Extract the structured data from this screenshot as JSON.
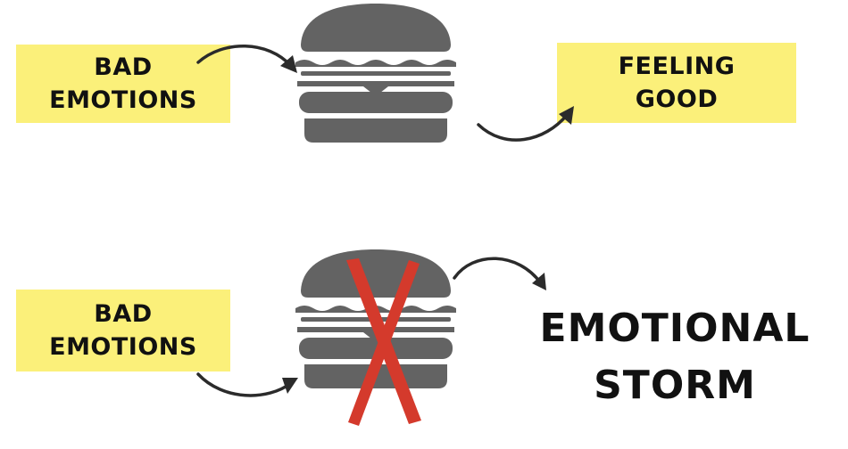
{
  "colors": {
    "label_bg": "#fbf07a",
    "burger": "#636363",
    "arrow": "#2b2b2b",
    "cross": "#d43a2c",
    "text": "#111111"
  },
  "top_row": {
    "input_label": [
      "BAD",
      "EMOTIONS"
    ],
    "output_label": [
      "FEELING",
      "GOOD"
    ],
    "icon": "burger-icon"
  },
  "bottom_row": {
    "input_label": [
      "BAD",
      "EMOTIONS"
    ],
    "output_label": [
      "EMOTIONAL",
      "STORM"
    ],
    "icon": "burger-icon",
    "overlay_icon": "red-cross-icon"
  }
}
